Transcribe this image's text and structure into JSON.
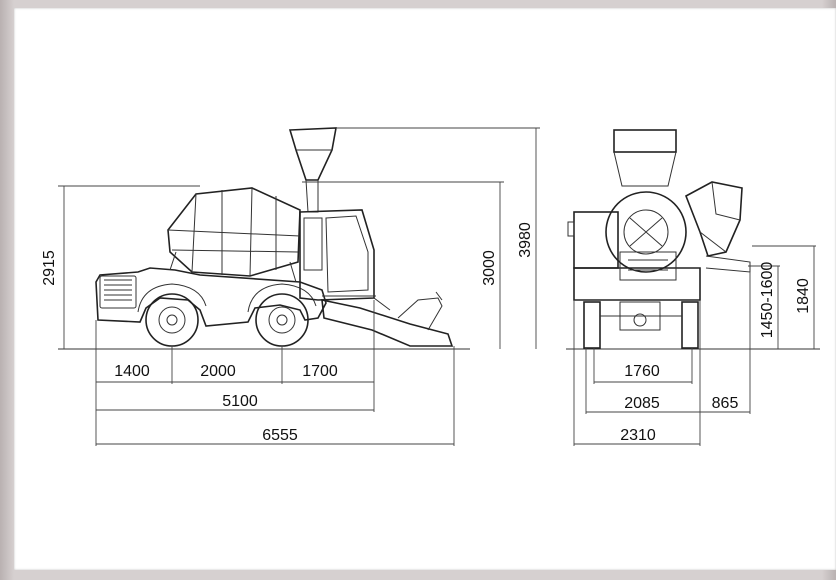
{
  "dimensions": {
    "side": {
      "height_body": "2915",
      "height_cab": "3000",
      "height_total": "3980",
      "front_overhang": "1400",
      "wheelbase": "2000",
      "rear_overhang": "1700",
      "length_body": "5100",
      "length_total": "6555"
    },
    "rear": {
      "track": "1760",
      "width_body": "2085",
      "chute_reach": "865",
      "width_total": "2310",
      "discharge_height": "1450-1600",
      "chute_height": "1840"
    }
  }
}
